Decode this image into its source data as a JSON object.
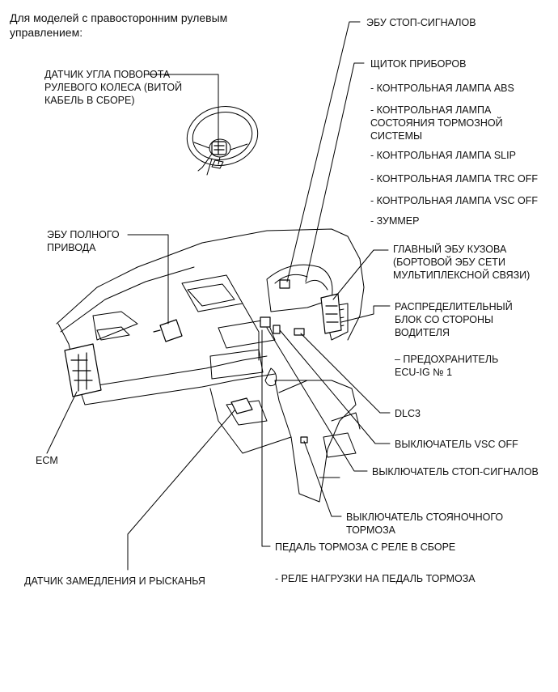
{
  "header": "Для моделей с правосторонним рулевым управлением:",
  "labels": {
    "steering_sensor": "ДАТЧИК УГЛА ПОВОРОТА\nРУЛЕВОГО КОЛЕСА (ВИТОЙ\nКАБЕЛЬ В СБОРЕ)",
    "stop_ecu": "ЭБУ СТОП-СИГНАЛОВ",
    "combination_meter": "ЩИТОК ПРИБОРОВ",
    "lamp_abs": "- КОНТРОЛЬНАЯ ЛАМПА ABS",
    "lamp_brake": "- КОНТРОЛЬНАЯ ЛАМПА\nСОСТОЯНИЯ ТОРМОЗНОЙ\nСИСТЕМЫ",
    "lamp_slip": "- КОНТРОЛЬНАЯ ЛАМПА SLIP",
    "lamp_trc": "- КОНТРОЛЬНАЯ ЛАМПА TRC OFF",
    "lamp_vsc": "- КОНТРОЛЬНАЯ ЛАМПА VSC OFF",
    "buzzer": "- ЗУММЕР",
    "fourwd_ecu": "ЭБУ ПОЛНОГО\nПРИВОДА",
    "body_ecu": "ГЛАВНЫЙ ЭБУ КУЗОВА\n(БОРТОВОЙ ЭБУ СЕТИ\nМУЛЬТИПЛЕКСНОЙ СВЯЗИ)",
    "junction_block": "РАСПРЕДЕЛИТЕЛЬНЫЙ\nБЛОК СО СТОРОНЫ\nВОДИТЕЛЯ",
    "fuse": "– ПРЕДОХРАНИТЕЛЬ\nECU-IG № 1",
    "dlc3": "DLC3",
    "vsc_switch": "ВЫКЛЮЧАТЕЛЬ VSC OFF",
    "stop_switch": "ВЫКЛЮЧАТЕЛЬ СТОП-СИГНАЛОВ",
    "parking_switch": "ВЫКЛЮЧАТЕЛЬ СТОЯНОЧНОГО\nТОРМОЗА",
    "ecm": "ECM",
    "brake_pedal": "ПЕДАЛЬ ТОРМОЗА С РЕЛЕ В СБОРЕ",
    "brake_pedal_relay": "- РЕЛЕ НАГРУЗКИ НА ПЕДАЛЬ ТОРМОЗА",
    "yaw_sensor": "ДАТЧИК ЗАМЕДЛЕНИЯ И РЫСКАНЬЯ"
  }
}
